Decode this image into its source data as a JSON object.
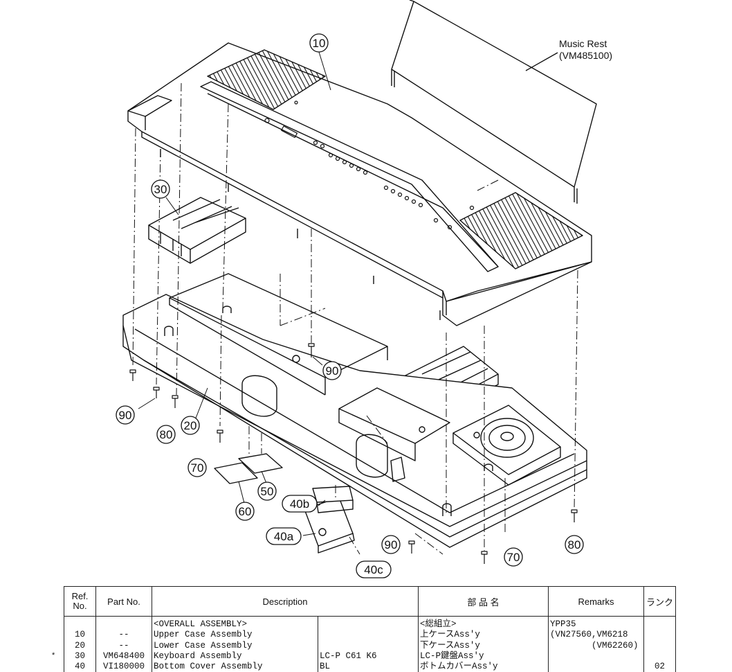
{
  "callouts": {
    "c10": "10",
    "c20": "20",
    "c30": "30",
    "c40a": "40a",
    "c40b": "40b",
    "c40c": "40c",
    "c50": "50",
    "c60": "60",
    "c70_left": "70",
    "c70_right": "70",
    "c80_left": "80",
    "c80_right": "80",
    "c90_left": "90",
    "c90_center": "90",
    "c90_bottom": "90"
  },
  "music_rest": {
    "name": "Music Rest",
    "part": "(VM485100)"
  },
  "table": {
    "headers": {
      "ref": "Ref.\nNo.",
      "part_no": "Part No.",
      "description": "Description",
      "jp_name": "部 品 名",
      "remarks": "Remarks",
      "rank": "ランク"
    },
    "ref_col": "\n10\n20\n30\n40",
    "part_col": "\n--\n--\nVM648400\nVI180000",
    "desc_col": "<OVERALL ASSEMBLY>\nUpper Case Assembly\nLower Case Assembly\nKeyboard Assembly\nBottom Cover Assembly",
    "desc2_col": "\n\n\nLC-P C61 K6\nBL",
    "jp_col": "<総組立>\n上ケースAss'y\n下ケースAss'y\nLC-P鍵盤Ass'y\nボトムカバーAss'y",
    "remarks_col": "YPP35\n(VN27560,VM6218\n        (VM62260)",
    "rank_col": "\n\n\n\n02",
    "marker": "*"
  }
}
